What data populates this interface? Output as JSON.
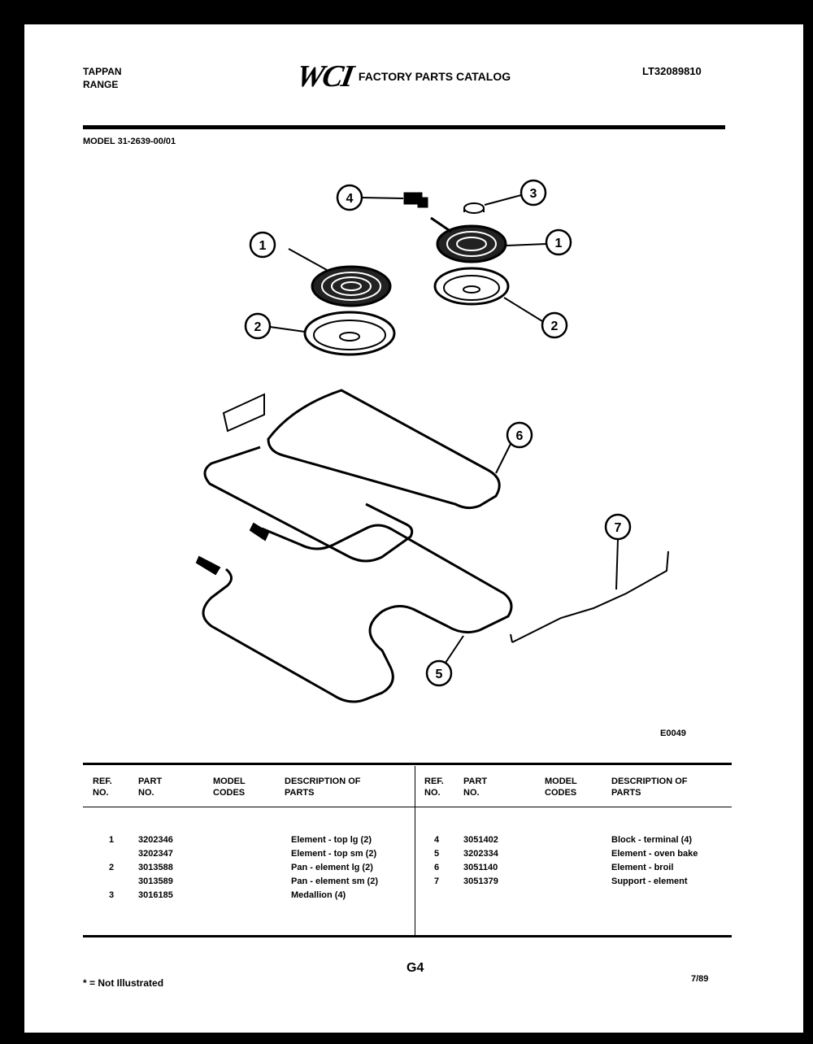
{
  "header": {
    "brand": "TAPPAN",
    "product": "RANGE",
    "logo": "WCI",
    "catalog_title": "FACTORY PARTS CATALOG",
    "catalog_number": "LT32089810",
    "model": "MODEL 31-2639-00/01"
  },
  "diagram": {
    "code": "E0049",
    "callouts": [
      "1",
      "1",
      "2",
      "2",
      "3",
      "4",
      "5",
      "6",
      "7"
    ]
  },
  "table": {
    "headers": {
      "ref": "REF. NO.",
      "part": "PART NO.",
      "model_codes": "MODEL CODES",
      "description": "DESCRIPTION OF PARTS"
    },
    "left_rows": [
      {
        "ref": "1",
        "part": "3202346",
        "desc": "Element - top lg (2)"
      },
      {
        "ref": "",
        "part": "3202347",
        "desc": "Element - top sm (2)"
      },
      {
        "ref": "2",
        "part": "3013588",
        "desc": "Pan - element lg (2)"
      },
      {
        "ref": "",
        "part": "3013589",
        "desc": "Pan - element sm (2)"
      },
      {
        "ref": "3",
        "part": "3016185",
        "desc": "Medallion (4)"
      }
    ],
    "right_rows": [
      {
        "ref": "4",
        "part": "3051402",
        "desc": "Block - terminal (4)"
      },
      {
        "ref": "5",
        "part": "3202334",
        "desc": "Element - oven bake"
      },
      {
        "ref": "6",
        "part": "3051140",
        "desc": "Element - broil"
      },
      {
        "ref": "7",
        "part": "3051379",
        "desc": "Support - element"
      }
    ]
  },
  "footer": {
    "note": "* = Not Illustrated",
    "page": "G4",
    "date": "7/89"
  }
}
